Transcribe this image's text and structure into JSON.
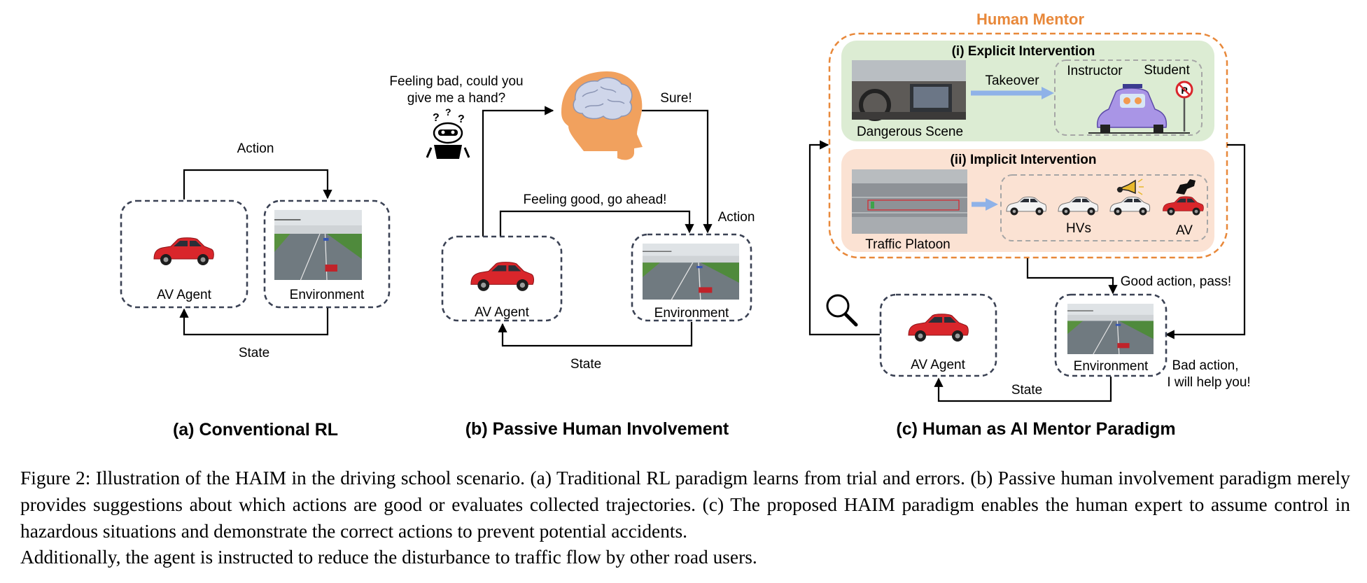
{
  "panel_a": {
    "action": "Action",
    "agent": "AV Agent",
    "environment": "Environment",
    "state": "State",
    "title": "(a) Conventional RL"
  },
  "panel_b": {
    "speech_line1": "Feeling bad, could you",
    "speech_line2": "give me a hand?",
    "sure": "Sure!",
    "good": "Feeling good, go ahead!",
    "action": "Action",
    "agent": "AV Agent",
    "environment": "Environment",
    "state": "State",
    "title": "(b) Passive Human Involvement"
  },
  "panel_c": {
    "mentor_title": "Human Mentor",
    "explicit_title": "(i) Explicit Intervention",
    "dangerous_scene": "Dangerous Scene",
    "takeover": "Takeover",
    "instructor": "Instructor",
    "student": "Student",
    "implicit_title": "(ii) Implicit Intervention",
    "traffic_platoon": "Traffic Platoon",
    "hvs": "HVs",
    "av": "AV",
    "good_action": "Good action, pass!",
    "bad_action_line1": "Bad action,",
    "bad_action_line2": "I will help you!",
    "agent": "AV Agent",
    "environment": "Environment",
    "state": "State",
    "title": "(c) Human as AI Mentor Paradigm"
  },
  "caption": {
    "line1": "Figure 2: Illustration of the HAIM in the driving school scenario. (a) Traditional RL paradigm learns from trial and errors. (b) Passive human involvement paradigm merely provides suggestions about which actions are good or evaluates collected trajectories. (c) The proposed HAIM paradigm enables the human expert to assume control in hazardous situations and demonstrate the correct actions to prevent potential accidents.",
    "line2": "Additionally, the agent is instructed to reduce the disturbance to traffic flow by other road users."
  },
  "colors": {
    "mentor_orange": "#e8883a",
    "explicit_bg": "#dcecd3",
    "implicit_bg": "#fbe2d3",
    "car_red": "#d9262b",
    "arrow_blue": "#8fb2e8",
    "head_orange": "#f1a15e"
  },
  "icons": [
    "robot-icon",
    "human-head-icon",
    "magnifier-icon",
    "red-car-icon",
    "white-car-icon",
    "horn-icon",
    "dog-icon",
    "parking-sign-icon"
  ]
}
